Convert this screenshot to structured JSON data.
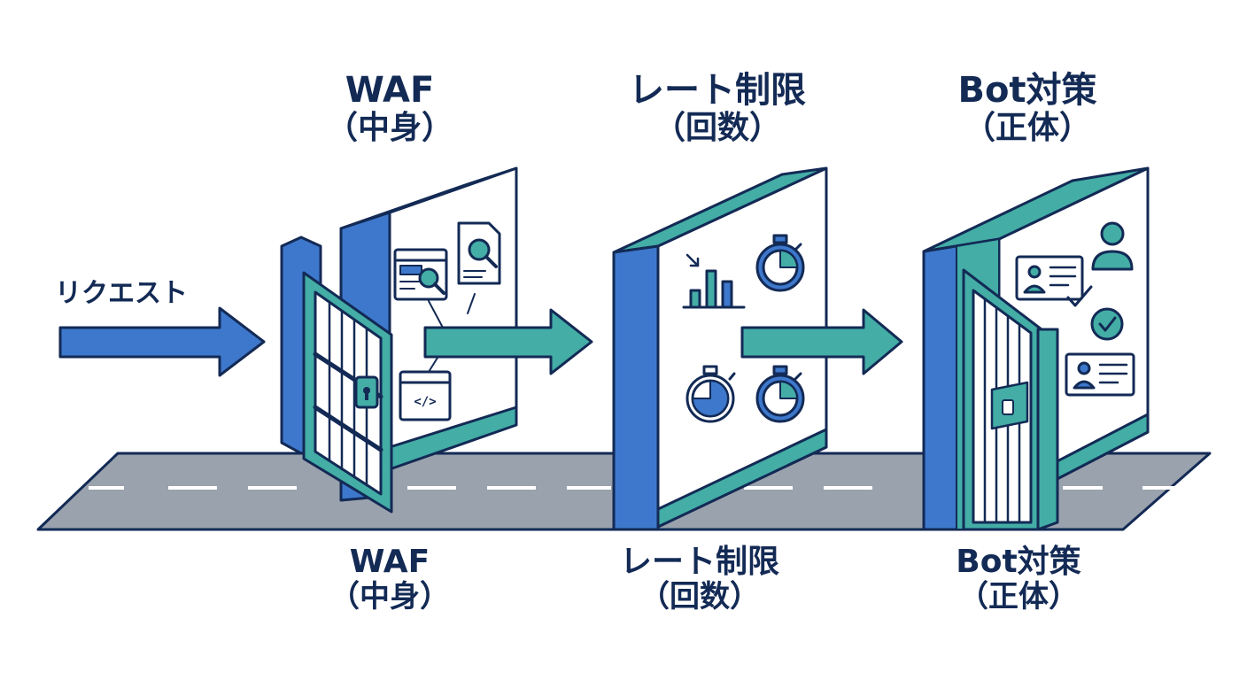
{
  "request_label": "リクエスト",
  "stages": [
    {
      "id": "waf",
      "title": "WAF",
      "subtitle": "（中身）"
    },
    {
      "id": "rate",
      "title": "レート制限",
      "subtitle": "（回数）"
    },
    {
      "id": "bot",
      "title": "Bot対策",
      "subtitle": "（正体）"
    }
  ],
  "colors": {
    "navy": "#132a55",
    "blue": "#3d78cc",
    "teal": "#43ada6",
    "road": "#9aa2ad",
    "white": "#ffffff"
  },
  "icons": [
    "browser-search-icon",
    "document-search-icon",
    "code-window-icon",
    "padlock-icon",
    "bar-chart-icon",
    "stopwatch-icon",
    "id-card-icon",
    "user-icon",
    "checkmark-icon"
  ]
}
